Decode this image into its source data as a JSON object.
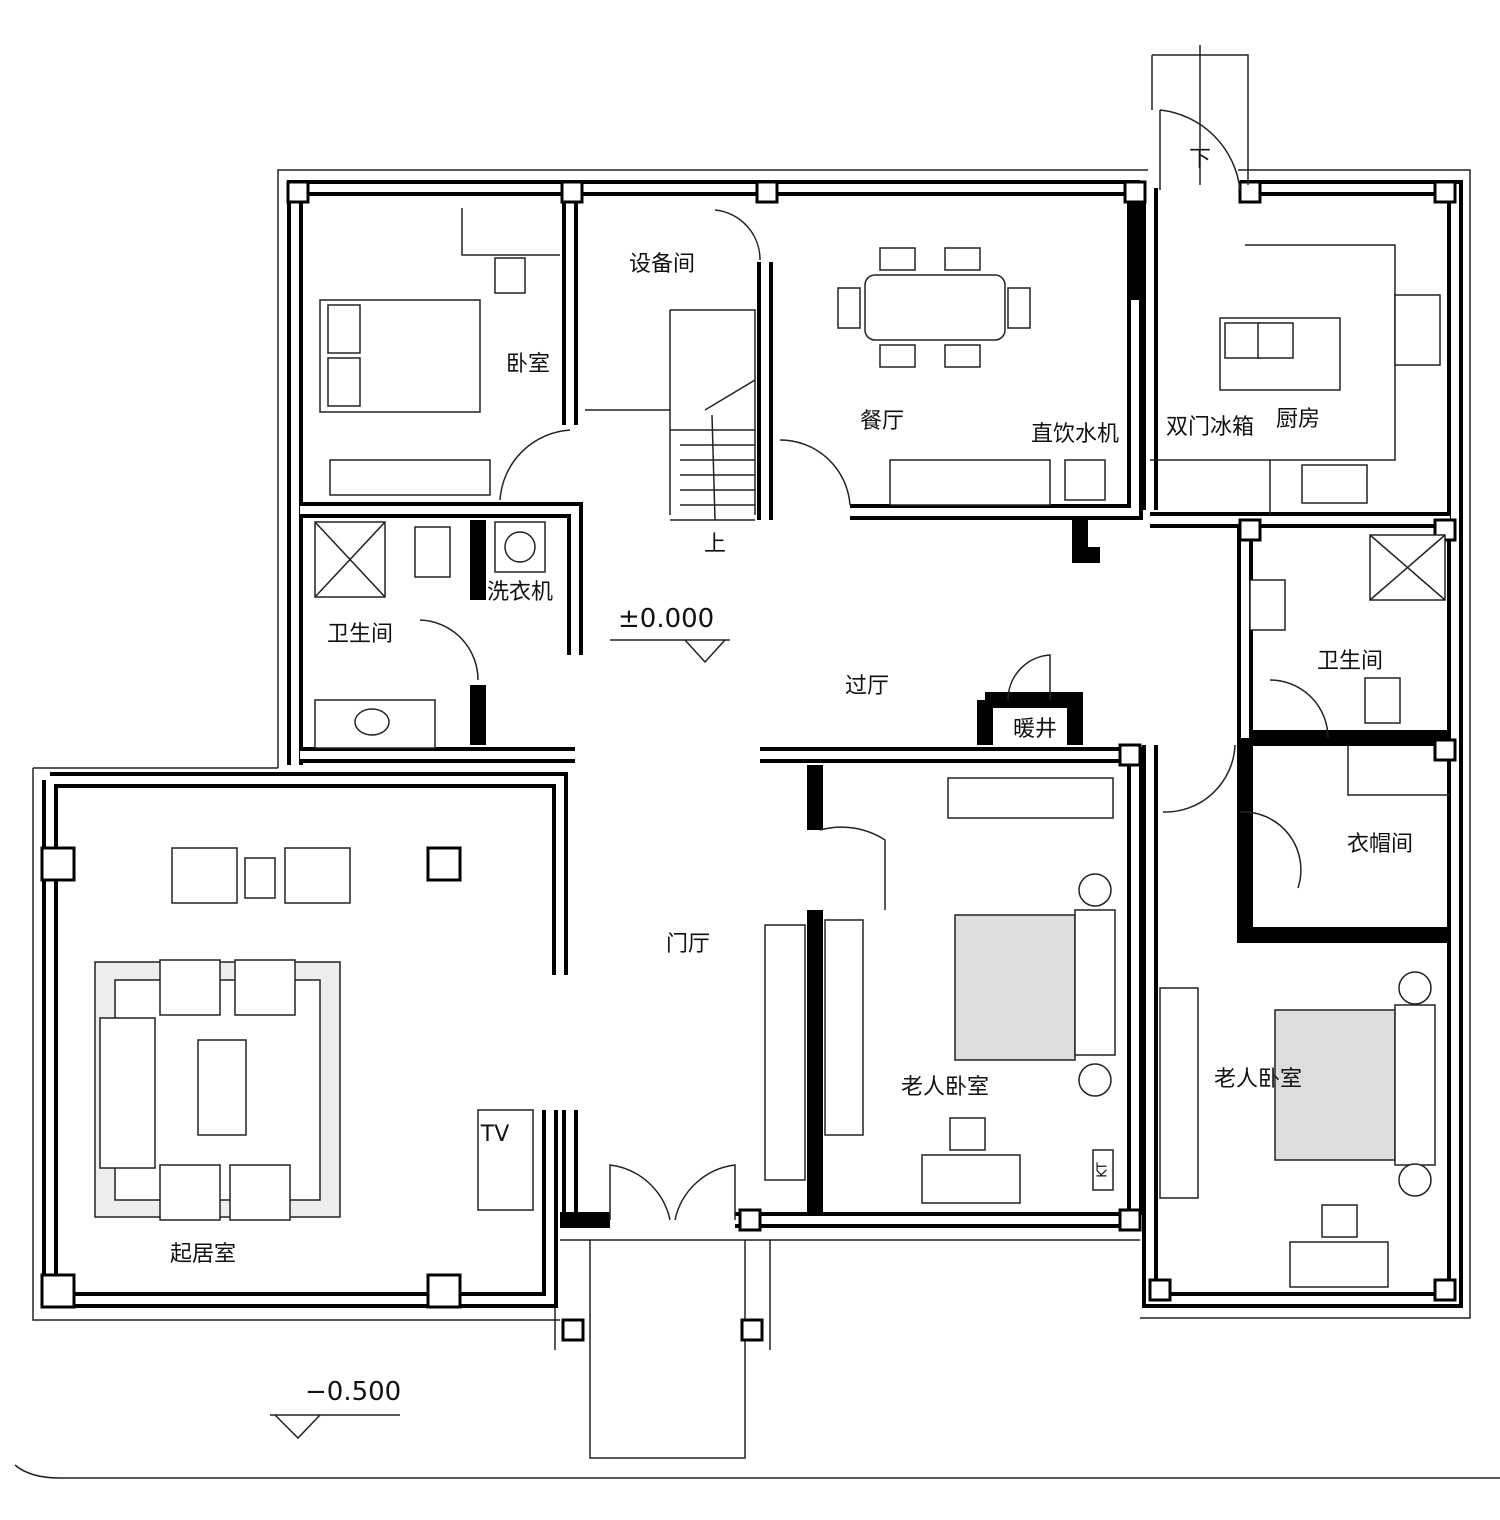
{
  "rooms": {
    "equipment_room": "设备间",
    "bedroom": "卧室",
    "dining": "餐厅",
    "water_dispenser": "直饮水机",
    "fridge": "双门冰箱",
    "kitchen": "厨房",
    "stair_up": "上",
    "stair_down": "下",
    "washer": "洗衣机",
    "bath_left": "卫生间",
    "bath_right": "卫生间",
    "hall": "过厅",
    "heating_shaft": "暖井",
    "closet": "衣帽间",
    "foyer": "门厅",
    "elder_bedroom_1": "老人卧室",
    "elder_bedroom_2": "老人卧室",
    "living_room": "起居室",
    "tv": "TV",
    "kt": "KT"
  },
  "levels": {
    "floor": "±0.000",
    "outdoor": "−0.500"
  },
  "colors": {
    "line": "#000000",
    "background": "#ffffff"
  }
}
